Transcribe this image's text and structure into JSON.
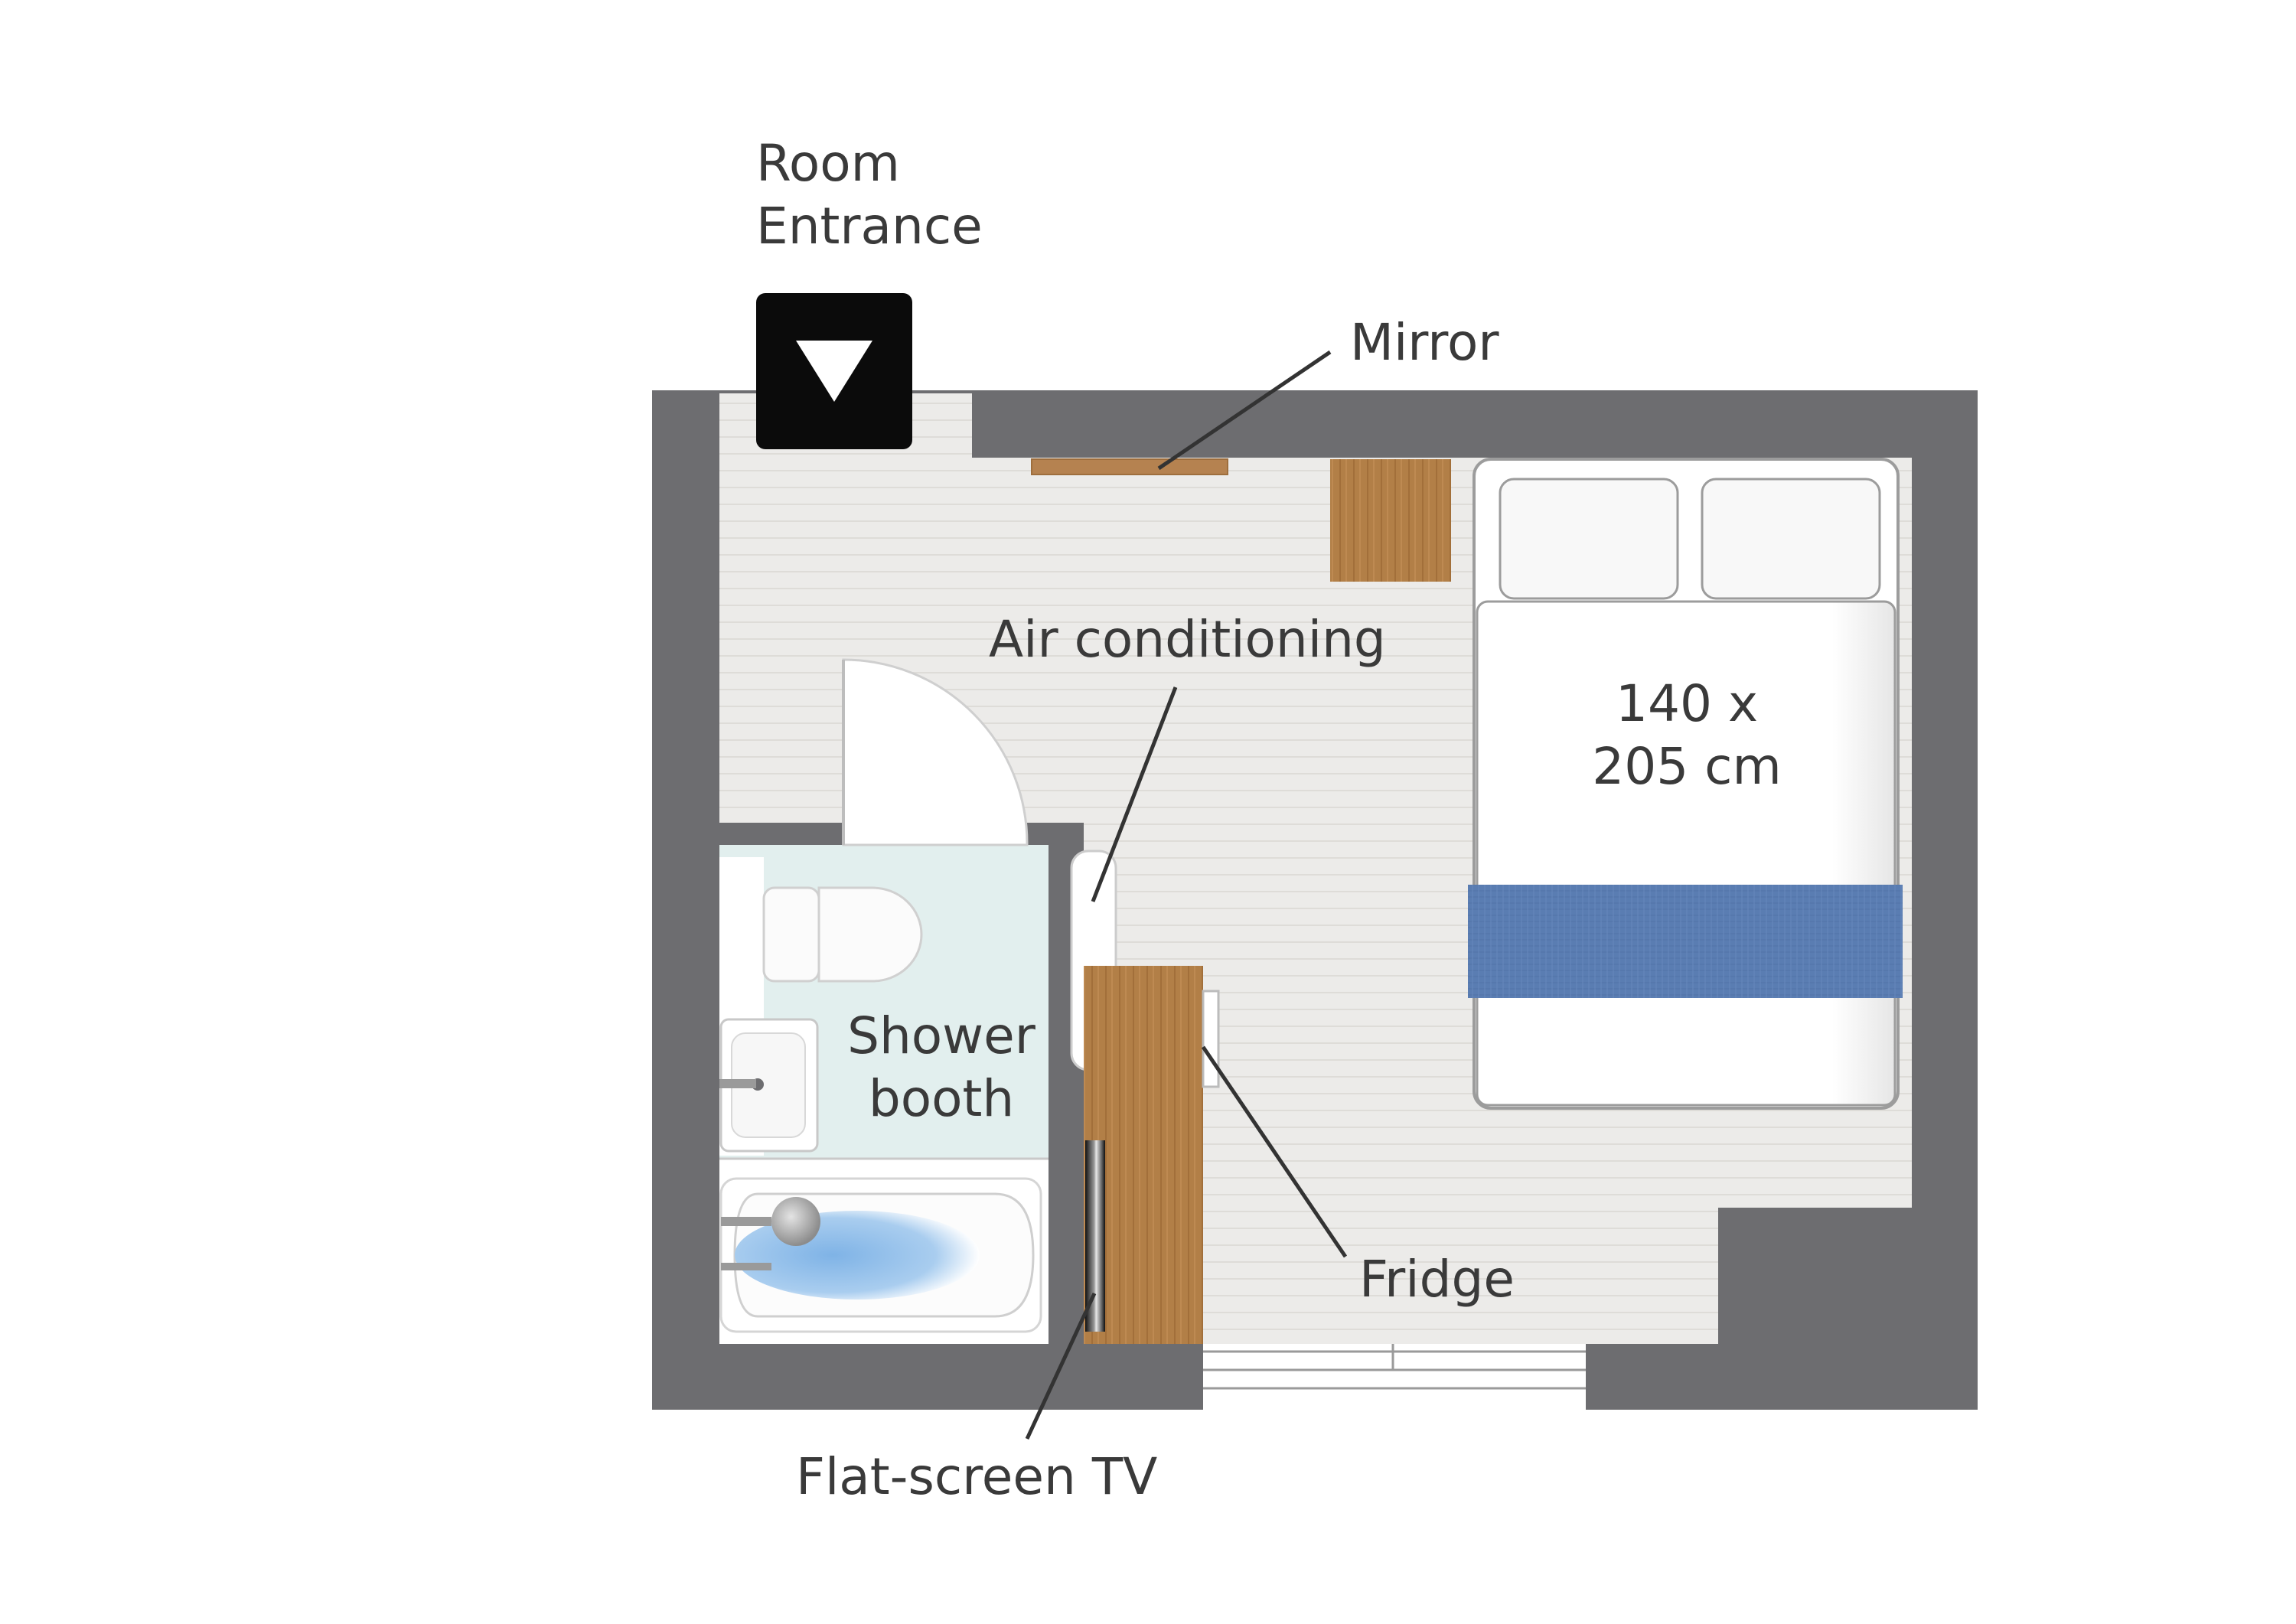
{
  "labels": {
    "entrance_line1": "Room",
    "entrance_line2": "Entrance",
    "mirror": "Mirror",
    "air_conditioning": "Air conditioning",
    "bed_line1": "140 x",
    "bed_line2": "205 cm",
    "shower_line1": "Shower",
    "shower_line2": "booth",
    "fridge": "Fridge",
    "tv": "Flat-screen TV"
  },
  "colors": {
    "wall": "#6d6d70",
    "floor": "#ecebe8",
    "wood": "#b07d46",
    "bathroom_floor": "#e3f0ef",
    "bed_runner": "#5b7eb3",
    "tub_water": "#8fbde8",
    "entrance_marker": "#0b0b0b"
  }
}
